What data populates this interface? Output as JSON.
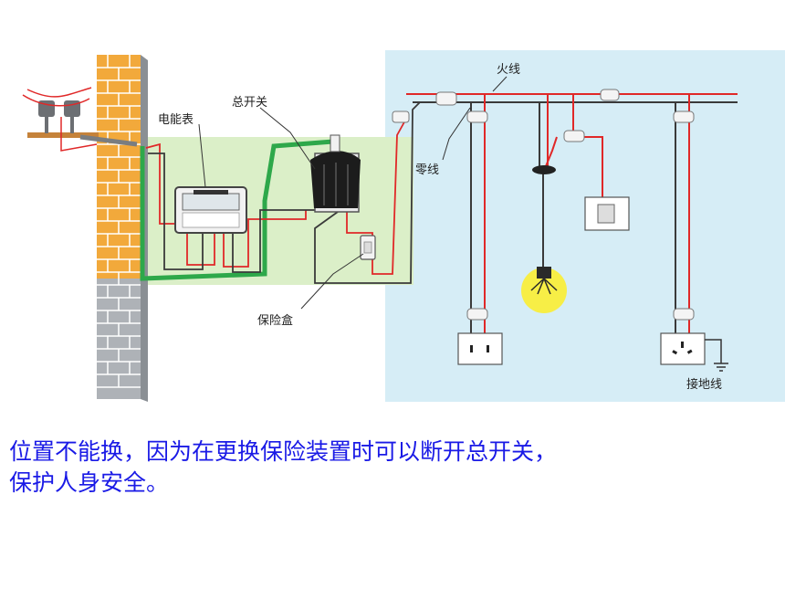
{
  "diagram": {
    "labels": {
      "live_wire": "火线",
      "main_switch": "总开关",
      "meter": "电能表",
      "neutral_wire": "零线",
      "fuse_box": "保险盒",
      "ground_wire": "接地线"
    },
    "colors": {
      "room_bg": "#d6edf6",
      "panel_bg": "#dbefc8",
      "live": "#e02828",
      "neutral": "#3a3a3a",
      "ground": "#2ea84a",
      "brick": "#f2a93b",
      "stone": "#aeb2b7",
      "bulb": "#f7ee46"
    }
  },
  "note": {
    "line1": "位置不能换，因为在更换保险装置时可以断开总开关，",
    "line2": "保护人身安全。"
  }
}
